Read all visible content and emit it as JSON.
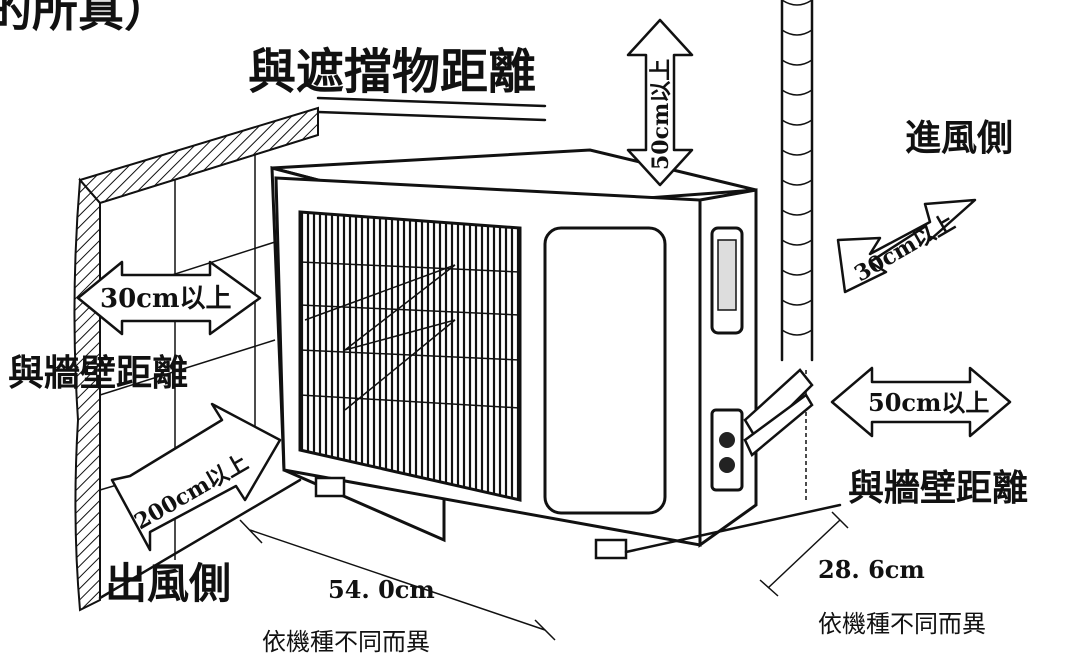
{
  "top_fragment": "的所真）",
  "labels": {
    "obstacle_distance": "與遮擋物距離",
    "intake_side": "進風側",
    "wall_distance_left": "與牆壁距離",
    "wall_distance_right": "與牆壁距離",
    "outlet_side": "出風側",
    "varies_left": "依機種不同而異",
    "varies_right": "依機種不同而異"
  },
  "clearances": {
    "top": "50cm以上",
    "left_wall": "30cm以上",
    "front_outlet": "200cm以上",
    "intake_rear": "30cm以上",
    "right_side": "50cm以上"
  },
  "dimensions": {
    "width": "54. 0cm",
    "depth": "28. 6cm"
  }
}
